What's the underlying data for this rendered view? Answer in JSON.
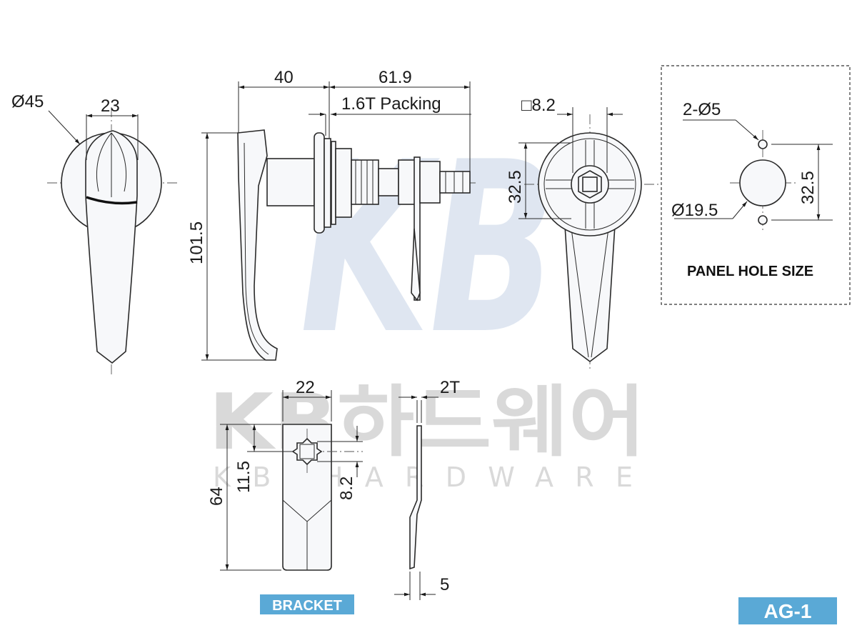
{
  "watermark": {
    "logo_text": "KB",
    "brand_korean": "KB하드웨어",
    "brand_english": "KB HARDWARE"
  },
  "dimensions": {
    "front_diameter": "Ø45",
    "front_width": "23",
    "side_length_40": "40",
    "side_length_619": "61.9",
    "packing_note": "1.6T Packing",
    "side_height": "101.5",
    "rear_square": "□8.2",
    "rear_height": "32.5",
    "bracket_width": "22",
    "bracket_thickness": "2T",
    "bracket_height": "64",
    "bracket_hole_offset": "11.5",
    "bracket_hole_size": "8.2",
    "bracket_tip": "5"
  },
  "panel_hole": {
    "holes_label": "2-Ø5",
    "center_diameter": "Ø19.5",
    "spacing": "32.5",
    "title": "PANEL HOLE SIZE"
  },
  "labels": {
    "bracket_tag": "BRACKET",
    "model_tag": "AG-1"
  },
  "colors": {
    "tag_background": "#5aa9d6",
    "watermark": "#c5d3e6"
  }
}
